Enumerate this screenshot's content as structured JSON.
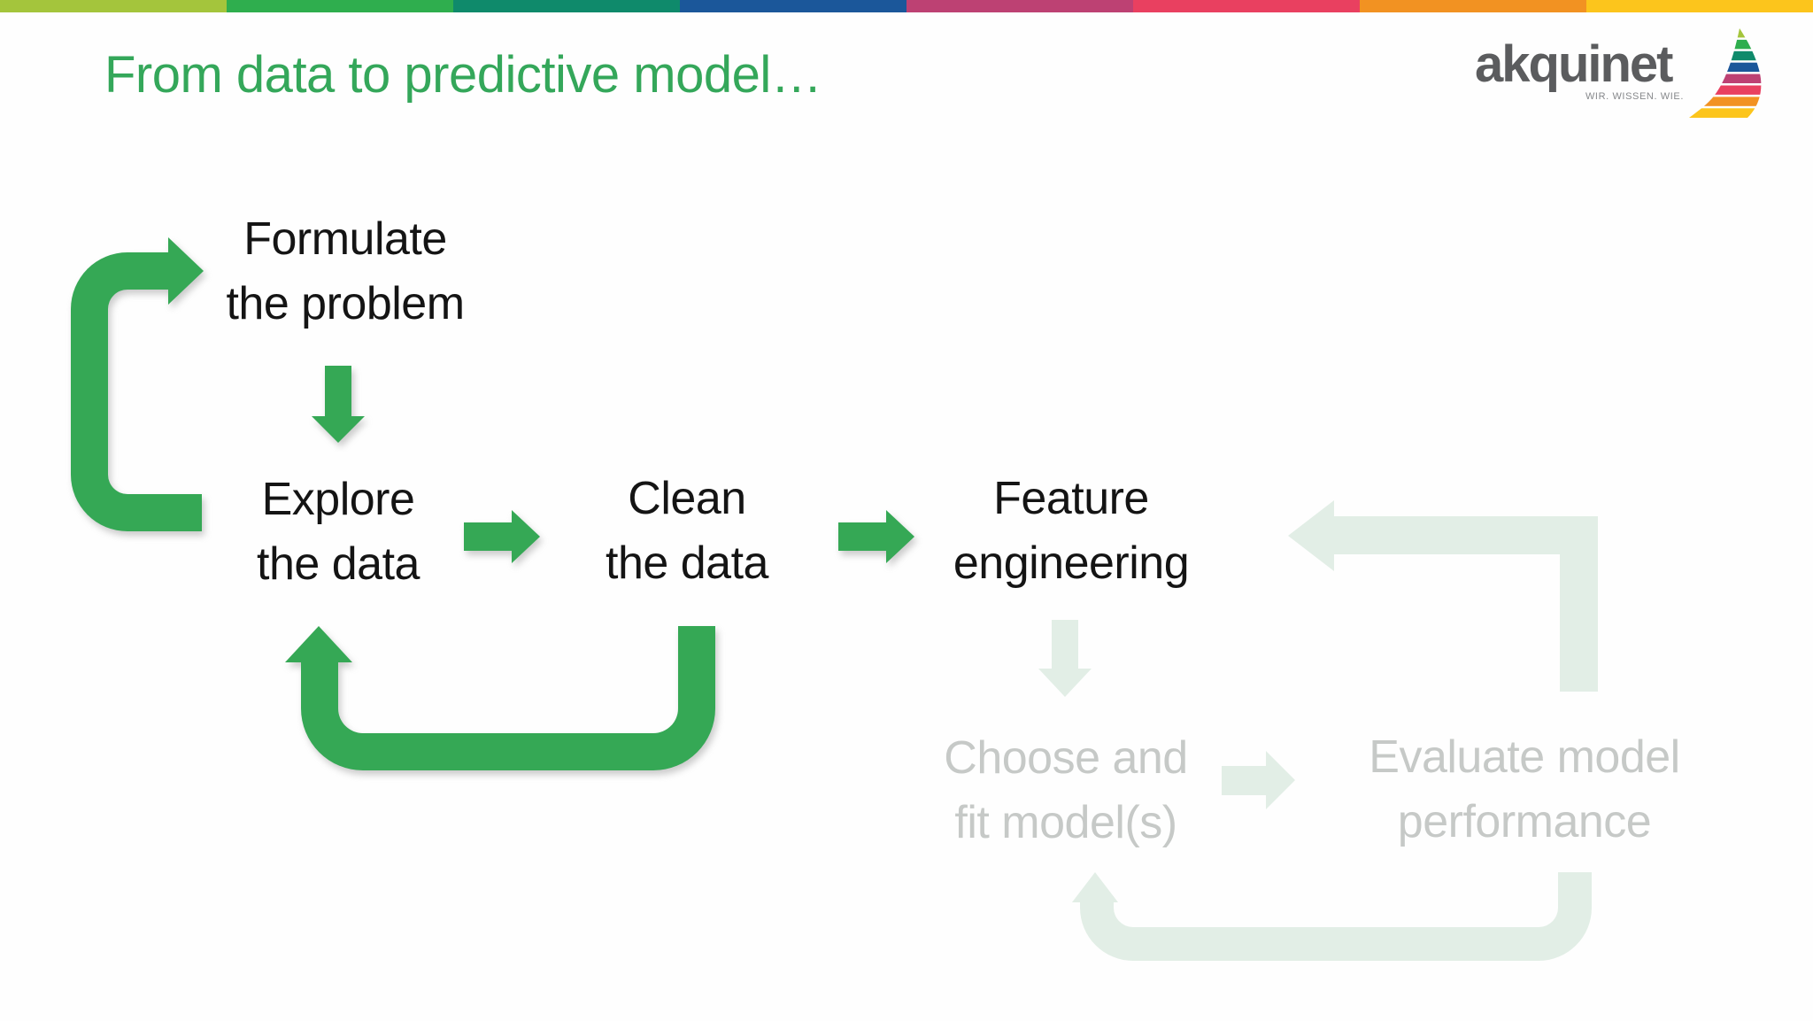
{
  "slide": {
    "title": "From data to predictive model…"
  },
  "top_bar": {
    "segment_colors": [
      "#a4c53c",
      "#2fae4e",
      "#0f8a6b",
      "#1b579a",
      "#bd4173",
      "#e94060",
      "#f29222",
      "#fcc51c"
    ]
  },
  "logo": {
    "wordmark": "akquinet",
    "tagline": "WIR. WISSEN. WIE.",
    "sail_stripe_colors": [
      "#a4c53c",
      "#2fae4e",
      "#0f8a6b",
      "#1b579a",
      "#bd4173",
      "#e94060",
      "#f29222",
      "#fcc51c"
    ]
  },
  "colors": {
    "accent_green": "#35a855",
    "faded_green": "#e2eee6",
    "faded_text": "#c6c9c7",
    "title_green": "#34a75a",
    "body_text": "#141414",
    "logo_gray": "#5b5c5e"
  },
  "diagram": {
    "nodes": [
      {
        "id": "formulate-the-problem",
        "line1": "Formulate",
        "line2": "the problem",
        "state": "active"
      },
      {
        "id": "explore-the-data",
        "line1": "Explore",
        "line2": "the data",
        "state": "active"
      },
      {
        "id": "clean-the-data",
        "line1": "Clean",
        "line2": "the data",
        "state": "active"
      },
      {
        "id": "feature-engineering",
        "line1": "Feature",
        "line2": "engineering",
        "state": "active"
      },
      {
        "id": "choose-and-fit-models",
        "line1": "Choose and",
        "line2": "fit model(s)",
        "state": "faded"
      },
      {
        "id": "evaluate-model-performance",
        "line1": "Evaluate model",
        "line2": "performance",
        "state": "faded"
      }
    ],
    "connections": [
      {
        "from": "explore-the-data",
        "to": "formulate-the-problem",
        "type": "loop-left",
        "state": "active"
      },
      {
        "from": "formulate-the-problem",
        "to": "explore-the-data",
        "type": "down-arrow",
        "state": "active"
      },
      {
        "from": "explore-the-data",
        "to": "clean-the-data",
        "type": "right-arrow",
        "state": "active"
      },
      {
        "from": "clean-the-data",
        "to": "explore-the-data",
        "type": "loop-bottom",
        "state": "active"
      },
      {
        "from": "clean-the-data",
        "to": "feature-engineering",
        "type": "right-arrow",
        "state": "active"
      },
      {
        "from": "feature-engineering",
        "to": "choose-and-fit-models",
        "type": "down-arrow",
        "state": "faded"
      },
      {
        "from": "choose-and-fit-models",
        "to": "evaluate-model-performance",
        "type": "right-arrow",
        "state": "faded"
      },
      {
        "from": "evaluate-model-performance",
        "to": "feature-engineering",
        "type": "loop-top",
        "state": "faded"
      },
      {
        "from": "evaluate-model-performance",
        "to": "choose-and-fit-models",
        "type": "loop-bottom",
        "state": "faded"
      }
    ]
  }
}
